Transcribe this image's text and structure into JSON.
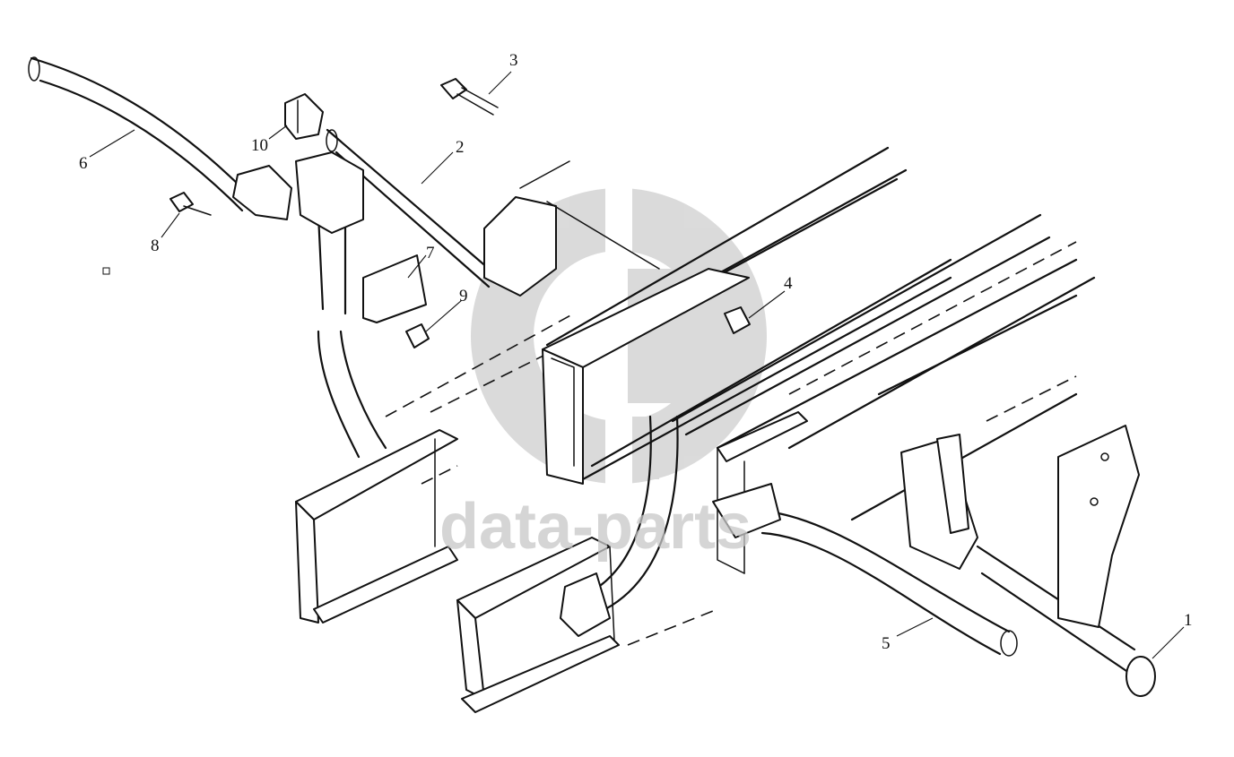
{
  "watermark": {
    "text": "data-parts"
  },
  "callouts": [
    {
      "id": "1",
      "label": "1"
    },
    {
      "id": "2",
      "label": "2"
    },
    {
      "id": "3",
      "label": "3"
    },
    {
      "id": "4",
      "label": "4"
    },
    {
      "id": "5",
      "label": "5"
    },
    {
      "id": "6",
      "label": "6"
    },
    {
      "id": "7",
      "label": "7"
    },
    {
      "id": "8",
      "label": "8"
    },
    {
      "id": "9",
      "label": "9"
    },
    {
      "id": "10",
      "label": "10"
    }
  ],
  "colors": {
    "line": "#111111",
    "watermark": "#c8c8c8",
    "background": "#ffffff"
  }
}
